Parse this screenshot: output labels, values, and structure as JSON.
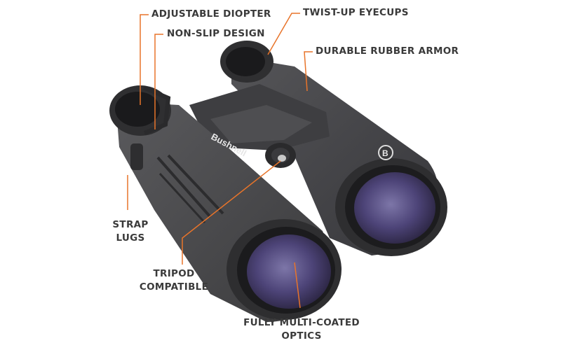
{
  "callouts": {
    "adjustable_diopter": "ADJUSTABLE DIOPTER",
    "non_slip_design": "NON-SLIP DESIGN",
    "twist_up_eyecups": "TWIST-UP EYECUPS",
    "durable_rubber_armor": "DURABLE RUBBER ARMOR",
    "strap_lugs": [
      "STRAP",
      "LUGS"
    ],
    "tripod_compatible": [
      "TRIPOD",
      "COMPATIBLE"
    ],
    "fully_multi_coated_optics": [
      "FULLY MULTI-COATED",
      "OPTICS"
    ]
  },
  "brand": {
    "wordmark": "Bushnell",
    "badge_letter": "B"
  },
  "colors": {
    "callout_line": "#e8742a",
    "label_text": "#3a3a3a",
    "body": "#4a4a4c",
    "lens": "#5a4f8a"
  }
}
